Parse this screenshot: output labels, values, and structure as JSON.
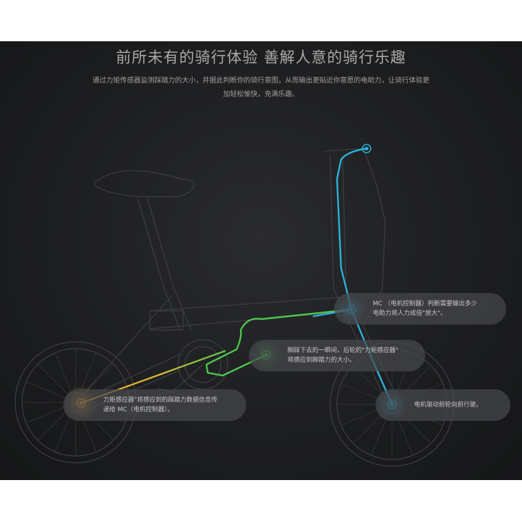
{
  "title": "前所未有的骑行体验 善解人意的骑行乐趣",
  "subtitle": {
    "line1": "通过力矩传感器监测踩踏力的大小，并据此判断你的骑行意图，从而输出更贴近你意愿的电助力，让骑行体验更",
    "line2": "加轻松愉快，充满乐趣。"
  },
  "callouts": {
    "mc": {
      "line1": "MC （电机控制器）判断需要输出多少",
      "line2": "电助力将人力成倍\"放大\"。"
    },
    "pedal": {
      "line1": "脚踩下去的一瞬间，后轮的\"力矩感应器\"",
      "line2": "将感应到脚踏力的大小。"
    },
    "sensor": {
      "line1": "力矩感应器\"将感应到的踩踏力数据信息传",
      "line2": "递给 MC（电机控制器）。"
    },
    "motor": {
      "line1": "电机驱动前轮向前行驶。"
    }
  },
  "colors": {
    "background": "#1d1e20",
    "blue_path": "#2eb3dd",
    "green_path": "#4fc84f",
    "orange_path": "#f0a030",
    "bike_outline": "#3c3e41"
  }
}
